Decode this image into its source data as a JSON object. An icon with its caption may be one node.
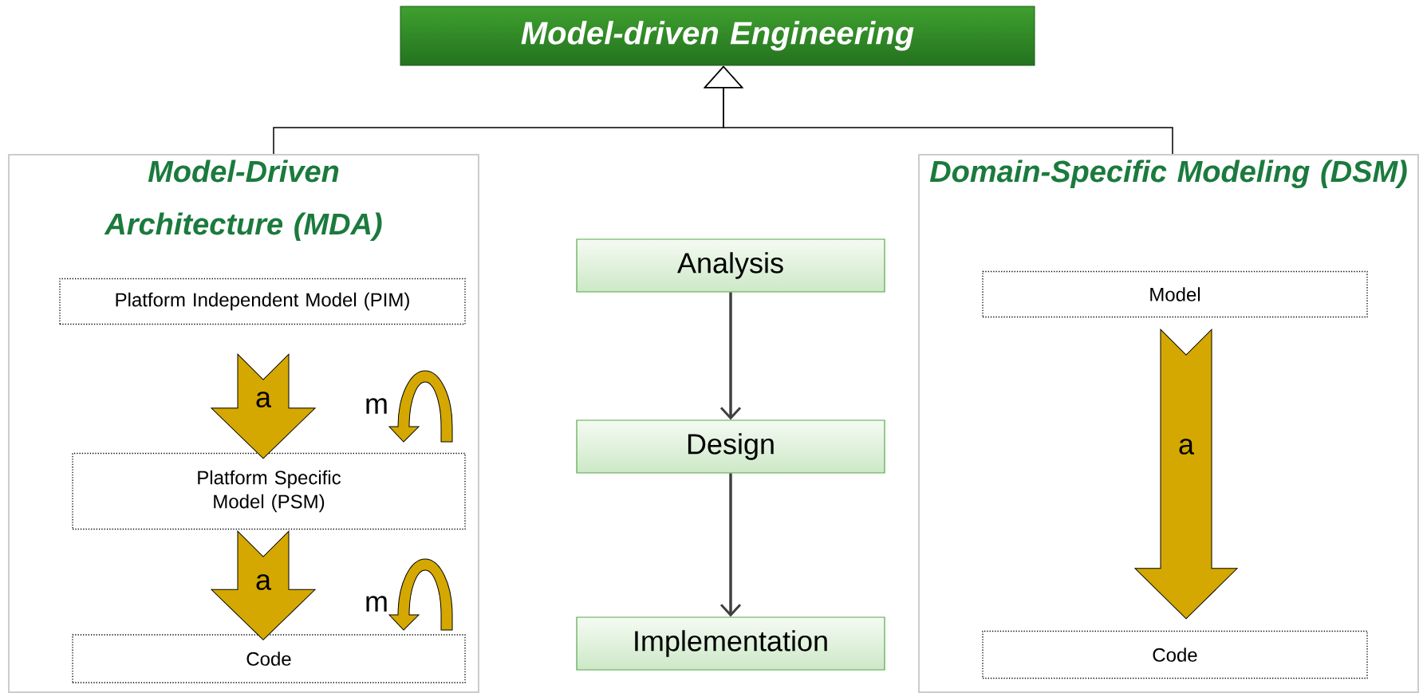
{
  "diagram": {
    "nodes": [
      {
        "text": [
          "Model-driven Engineering"
        ]
      },
      {
        "text": [
          "Model-Driven Architecture (MDA)"
        ]
      },
      {
        "text": [
          "Platform Independent Model (PIM)"
        ],
        "in": 1
      },
      {
        "text": [
          "Platform Specific Model (PSM)"
        ],
        "in": 1
      },
      {
        "text": [
          "Code"
        ],
        "in": 1
      },
      {
        "text": [
          "Analysis"
        ]
      },
      {
        "text": [
          "Design"
        ]
      },
      {
        "text": [
          "Implementation"
        ]
      },
      {
        "text": [
          "Domain-Specific Modeling (DSM)"
        ]
      },
      {
        "text": [
          "Model"
        ],
        "in": 8
      },
      {
        "text": [
          "Code"
        ],
        "in": 8
      }
    ],
    "edges": [
      {
        "from": 1,
        "to": 0,
        "arrow": "to"
      },
      {
        "from": 8,
        "to": 0,
        "arrow": "to"
      },
      {
        "from": 5,
        "to": 6,
        "arrow": "to",
        "color": "#404040"
      },
      {
        "from": 6,
        "to": 7,
        "arrow": "to",
        "color": "#404040"
      },
      {
        "from": 2,
        "to": 3,
        "arrow": "to",
        "label": "a",
        "style": "thick",
        "color": "#d4a800"
      },
      {
        "from": 3,
        "to": 4,
        "arrow": "to",
        "label": "a",
        "style": "thick",
        "color": "#d4a800"
      },
      {
        "from": 9,
        "to": 10,
        "arrow": "to",
        "label": "a",
        "style": "thick",
        "color": "#d4a800"
      }
    ],
    "labels": [
      "m",
      "m"
    ]
  }
}
